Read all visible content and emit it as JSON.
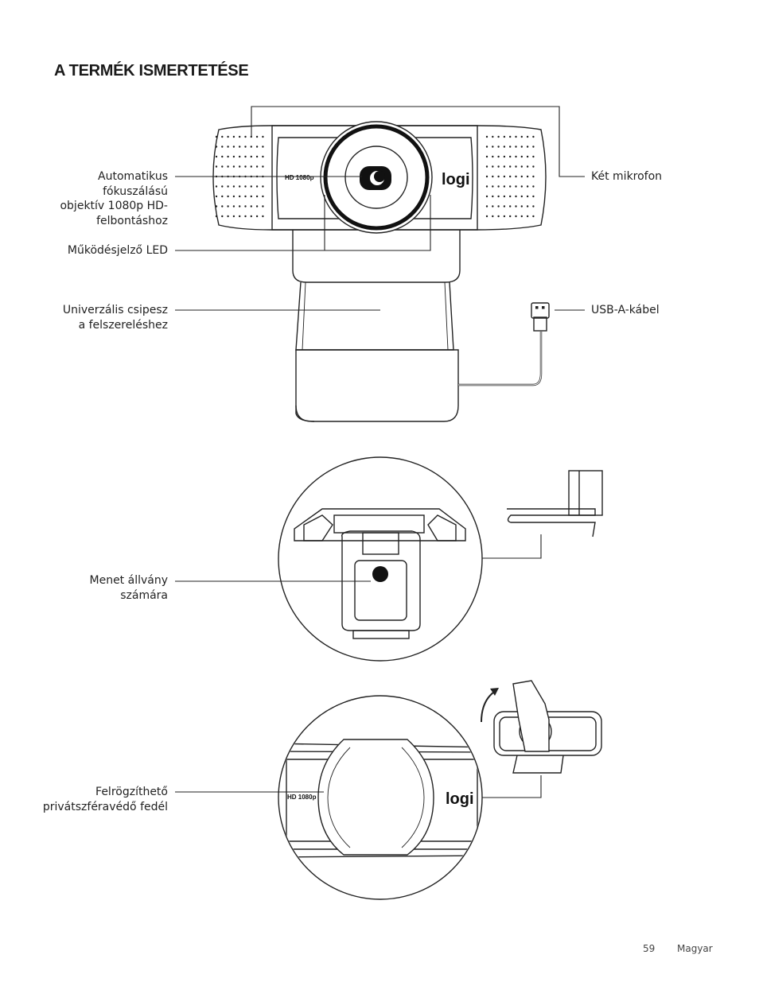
{
  "page": {
    "title": "A TERMÉK ISMERTETÉSE",
    "page_number": "59",
    "language": "Magyar"
  },
  "labels": {
    "lens": "Automatikus\nfókuszálású\nobjektív 1080p HD-\nfelbontáshoz",
    "led": "Működésjelző LED",
    "clip": "Univerzális csipesz\na felszereléshez",
    "microphones": "Két mikrofon",
    "usb": "USB-A-kábel",
    "tripod": "Menet állvány\nszámára",
    "privacy": "Felrögzíthető\nprivátszféravédő fedél"
  },
  "device_text": {
    "resolution_main": "HD 1080p",
    "resolution_privacy": "HD 1080p",
    "brand_main": "logi",
    "brand_privacy": "logi"
  },
  "icons": [
    "webcam-illustration",
    "usb-plug-icon",
    "tripod-thread-icon",
    "rotate-arrow-icon",
    "privacy-shutter-icon"
  ]
}
